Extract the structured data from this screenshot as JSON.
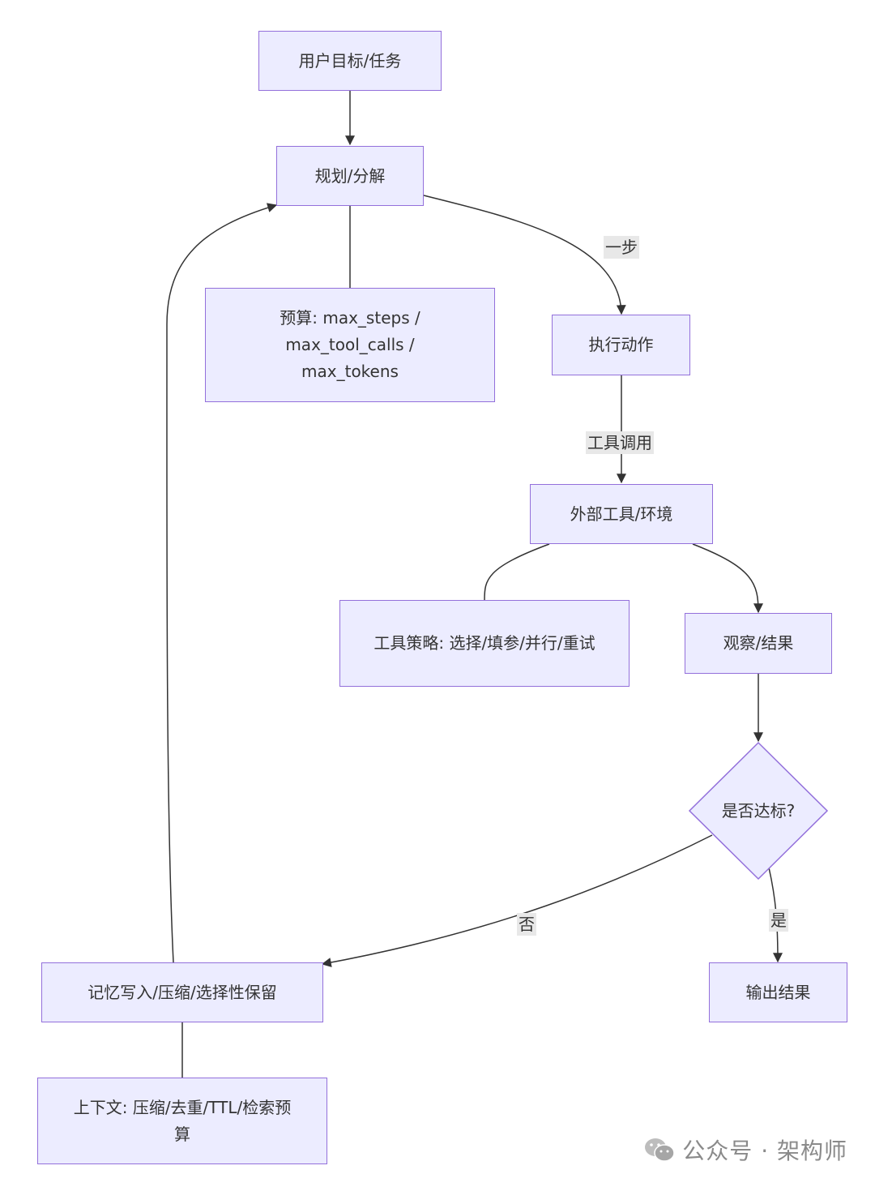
{
  "nodes": {
    "goal": "用户目标/任务",
    "plan": "规划/分解",
    "budget": "预算: max_steps / max_tool_calls / max_tokens",
    "execute": "执行动作",
    "tools": "外部工具/环境",
    "tool_policy": "工具策略: 选择/填参/并行/重试",
    "observe": "观察/结果",
    "decision": "是否达标?",
    "memory": "记忆写入/压缩/选择性保留",
    "output": "输出结果",
    "context": "上下文: 压缩/去重/TTL/检索预算"
  },
  "edge_labels": {
    "plan_to_execute": "一步",
    "execute_to_tools": "工具调用",
    "decision_no": "否",
    "decision_yes": "是"
  },
  "watermark": "公众号 · 架构师",
  "colors": {
    "node_fill": "#ECECFF",
    "node_border": "#9370DB",
    "edge": "#333333",
    "edge_label_bg": "#E8E8E8"
  }
}
